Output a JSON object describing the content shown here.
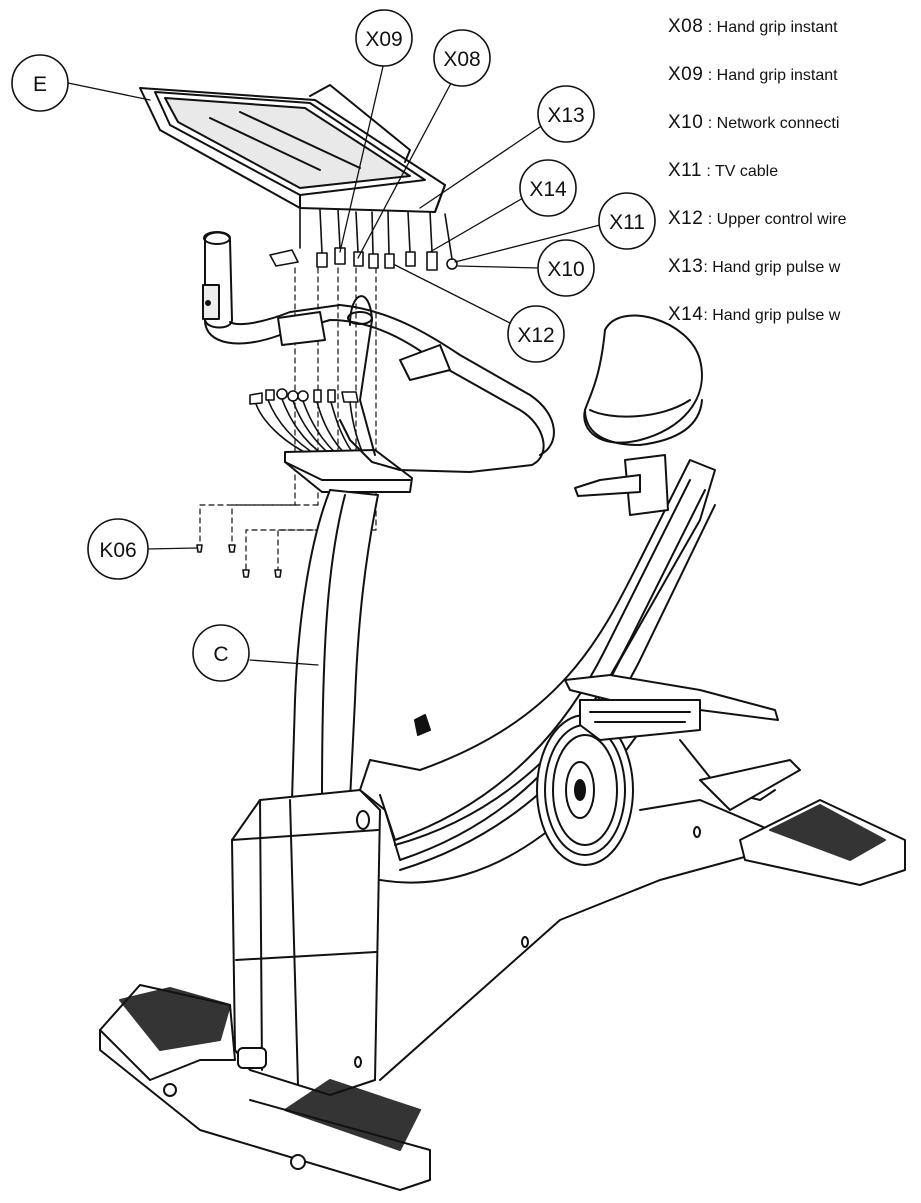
{
  "callouts": {
    "E": "E",
    "C": "C",
    "K06": "K06",
    "X08": "X08",
    "X09": "X09",
    "X10": "X10",
    "X11": "X11",
    "X12": "X12",
    "X13": "X13",
    "X14": "X14"
  },
  "legend": [
    {
      "code": "X08",
      "text": " : Hand grip instant"
    },
    {
      "code": "X09",
      "text": " : Hand grip instant"
    },
    {
      "code": "X10",
      "text": " : Network connecti"
    },
    {
      "code": "X11",
      "text": " : TV cable"
    },
    {
      "code": "X12",
      "text": " : Upper control wire"
    },
    {
      "code": "X13",
      "text": ": Hand grip pulse w"
    },
    {
      "code": "X14",
      "text": ": Hand grip pulse w"
    }
  ]
}
